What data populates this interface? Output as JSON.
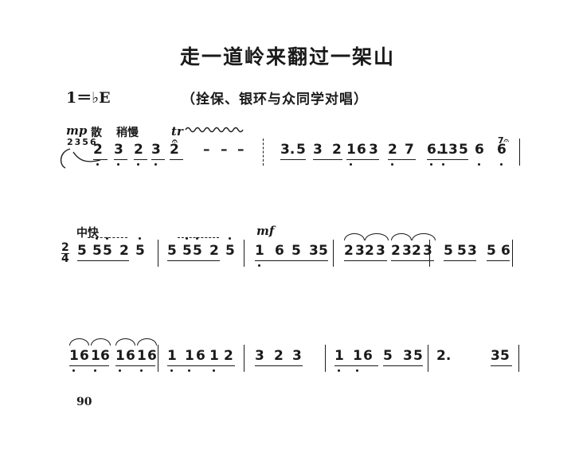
{
  "title": "走一道岭来翻过一架山",
  "key_signature": "1＝♭E",
  "performers": "（拴保、银环与众同学对唱）",
  "markings": {
    "dynamic_mp": "mp",
    "tempo_free": "散",
    "tempo_slow": "稍慢",
    "trill": "tr",
    "fermata": "𝄐",
    "grace": "2356",
    "tempo_mid": "中快",
    "dynamic_mf": "mf",
    "fermata_end": "7𝄐"
  },
  "time_signature": {
    "num": "2",
    "den": "4"
  },
  "page_number": "90",
  "lines": [
    {
      "measures": [
        [
          "2",
          "3",
          "2",
          "3",
          "2",
          "–",
          "–",
          "–"
        ],
        [
          "3.",
          "5",
          "3",
          "2",
          "1",
          "6",
          "3",
          "2",
          "7",
          "6.",
          "1",
          "3",
          "5",
          "6",
          "6"
        ]
      ]
    },
    {
      "measures": [
        [
          "5",
          "5",
          "5",
          "2",
          "5"
        ],
        [
          "5",
          "5",
          "5",
          "2",
          "5"
        ],
        [
          "1",
          "6",
          "5",
          "3",
          "5"
        ],
        [
          "2",
          "3",
          "2",
          "3",
          "2",
          "3",
          "2",
          "3"
        ],
        [
          "5",
          "5",
          "3",
          "5",
          "6"
        ]
      ]
    },
    {
      "measures": [
        [
          "1",
          "6",
          "1",
          "6",
          "1",
          "6",
          "1",
          "6"
        ],
        [
          "1",
          "1",
          "6",
          "1",
          "2"
        ],
        [
          "3",
          "2",
          "3"
        ],
        [
          "1",
          "1",
          "6",
          "5",
          "3",
          "5"
        ],
        [
          "2.",
          "3",
          "5"
        ]
      ]
    }
  ]
}
